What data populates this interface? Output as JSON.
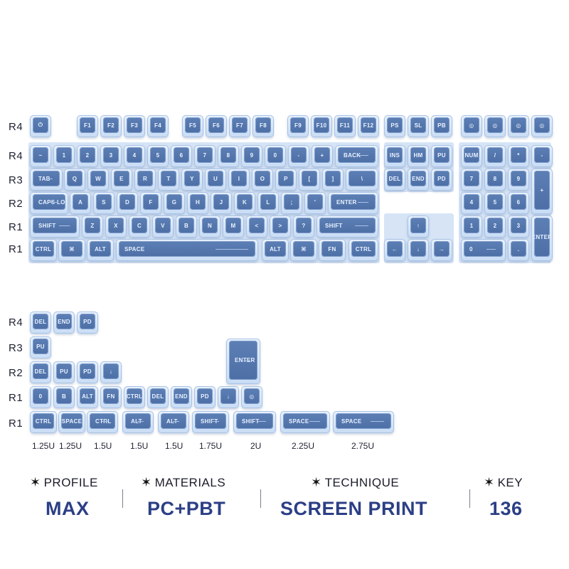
{
  "row_labels_main": [
    "R4",
    "R4",
    "R3",
    "R2",
    "R1",
    "R1"
  ],
  "row_labels_extra": [
    "R4",
    "R3",
    "R2",
    "R1",
    "R1"
  ],
  "keys_main": {
    "row0": [
      "⏻",
      "F1",
      "F2",
      "F3",
      "F4",
      "F5",
      "F6",
      "F7",
      "F8",
      "F9",
      "F10",
      "F11",
      "F12",
      "PS",
      "SL",
      "PB",
      "◎",
      "◎",
      "◎",
      "◎"
    ],
    "row1": [
      "~",
      "1",
      "2",
      "3",
      "4",
      "5",
      "6",
      "7",
      "8",
      "9",
      "0",
      "-",
      "+",
      "BACK",
      "INS",
      "HM",
      "PU",
      "NUM",
      "/",
      "*",
      "-"
    ],
    "row2": [
      "TAB",
      "Q",
      "W",
      "E",
      "R",
      "T",
      "Y",
      "U",
      "I",
      "O",
      "P",
      "[",
      "]",
      "\\",
      "DEL",
      "END",
      "PD",
      "7",
      "8",
      "9",
      "+"
    ],
    "row3": [
      "CAPS LOCK",
      "A",
      "S",
      "D",
      "F",
      "G",
      "H",
      "J",
      "K",
      "L",
      ";",
      "'",
      "ENTER",
      "4",
      "5",
      "6"
    ],
    "row4": [
      "SHIFT",
      "Z",
      "X",
      "C",
      "V",
      "B",
      "N",
      "M",
      "<",
      ">",
      "?",
      "SHIFT",
      "↑",
      "1",
      "2",
      "3",
      "ENTER"
    ],
    "row5": [
      "CTRL",
      "⌘",
      "ALT",
      "SPACE",
      "ALT",
      "⌘",
      "FN",
      "CTRL",
      "←",
      "↓",
      "→",
      "0",
      "."
    ]
  },
  "keys_extra": {
    "row0": [
      "DEL",
      "END",
      "PD"
    ],
    "row1": [
      "PU",
      "ENTER"
    ],
    "row2": [
      "DEL",
      "PU",
      "PD",
      "↓"
    ],
    "row3": [
      "0",
      "B",
      "ALT",
      "FN",
      "CTRL",
      "DEL",
      "END",
      "PD",
      "↓",
      "◎"
    ],
    "row4": [
      "CTRL",
      "SPACE",
      "CTRL",
      "ALT",
      "ALT",
      "SHIFT",
      "SHIFT",
      "SPACE",
      "SPACE"
    ]
  },
  "sizes": [
    "1.25U",
    "1.25U",
    "1.5U",
    "1.5U",
    "1.5U",
    "1.75U",
    "2U",
    "2.25U",
    "2.75U"
  ],
  "specs": [
    {
      "head": "PROFILE",
      "value": "MAX"
    },
    {
      "head": "MATERIALS",
      "value": "PC+PBT"
    },
    {
      "head": "TECHNIQUE",
      "value": "SCREEN PRINT"
    },
    {
      "head": "KEY",
      "value": "136"
    }
  ],
  "star_glyph": "✶",
  "colors": {
    "cap_top": "#e9f2fd",
    "face": "#5c7fb5",
    "accent": "#2c3f86"
  }
}
